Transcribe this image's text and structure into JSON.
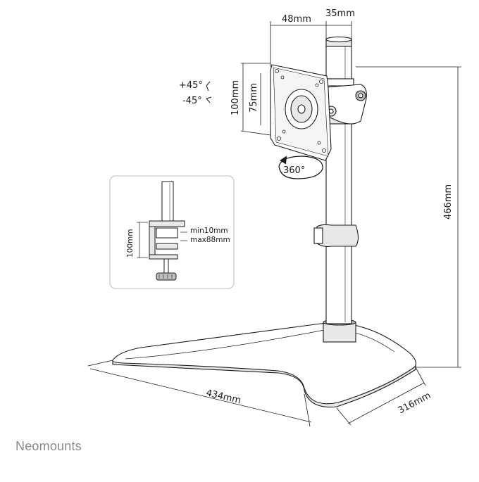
{
  "brand": "Neomounts",
  "dimensions": {
    "top_offset": "48mm",
    "pole_diameter": "35mm",
    "vesa_large": "100mm",
    "vesa_small": "75mm",
    "height": "466mm",
    "base_width": "434mm",
    "base_depth": "316mm",
    "rotation": "360°",
    "tilt_up": "+45°",
    "tilt_down": "-45°"
  },
  "inset": {
    "clamp_height": "100mm",
    "clamp_min": "min10mm",
    "clamp_max": "max88mm"
  },
  "colors": {
    "line": "#1a1a1a",
    "gray_fill": "#e8e8e8",
    "dark_fill": "#bdbdbd",
    "brand": "#8a8a8a",
    "inset_border": "#bdbdbd"
  }
}
